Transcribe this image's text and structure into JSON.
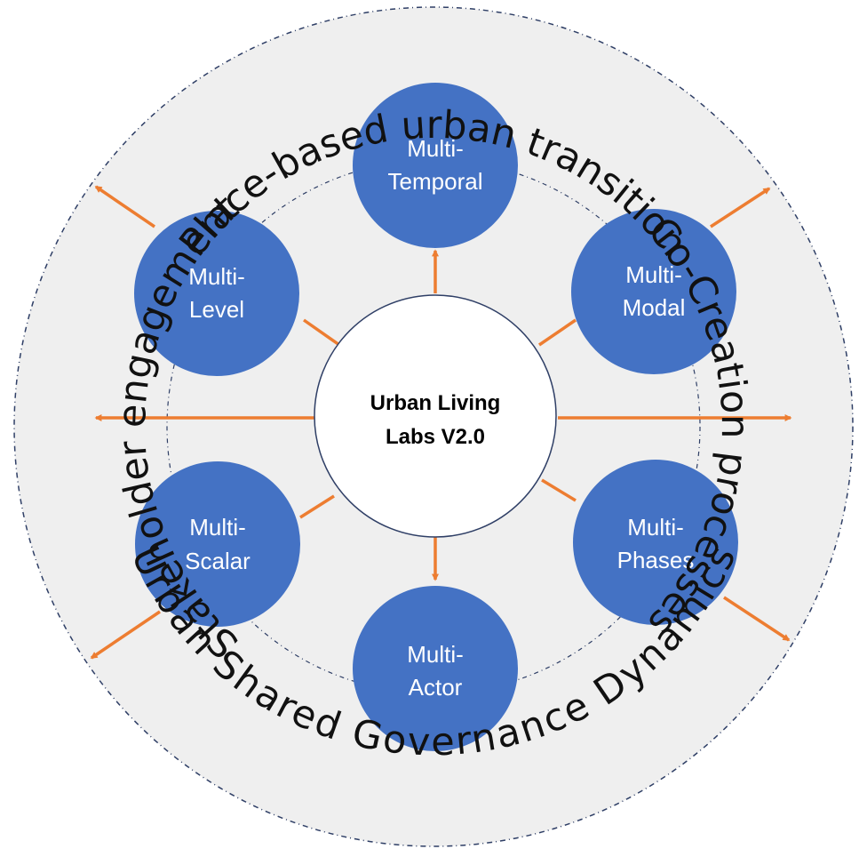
{
  "colors": {
    "outer_fill": "#efefef",
    "outer_border": "#2f3f66",
    "node_fill": "#4472c4",
    "node_text": "#ffffff",
    "center_fill": "#ffffff",
    "center_border": "#2f3f66",
    "arrow": "#ed7d31",
    "inner_dashed_ring": "#2f3f66",
    "ring_text": "#111111"
  },
  "center": {
    "line1": "Urban Living",
    "line2": "Labs V2.0"
  },
  "nodes": [
    {
      "id": "temporal",
      "line1": "Multi-",
      "line2": "Temporal"
    },
    {
      "id": "modal",
      "line1": "Multi-",
      "line2": "Modal"
    },
    {
      "id": "phases",
      "line1": "Multi-",
      "line2": "Phases"
    },
    {
      "id": "actor",
      "line1": "Multi-",
      "line2": "Actor"
    },
    {
      "id": "scalar",
      "line1": "Multi-",
      "line2": "Scalar"
    },
    {
      "id": "level",
      "line1": "Multi-",
      "line2": "Level"
    }
  ],
  "ring_labels": {
    "top": "Place-based urban transition",
    "right": "Co-Creation processes",
    "bottom": "Urban Shared Governance Dynamics",
    "left": "Stakeholder engagement"
  }
}
